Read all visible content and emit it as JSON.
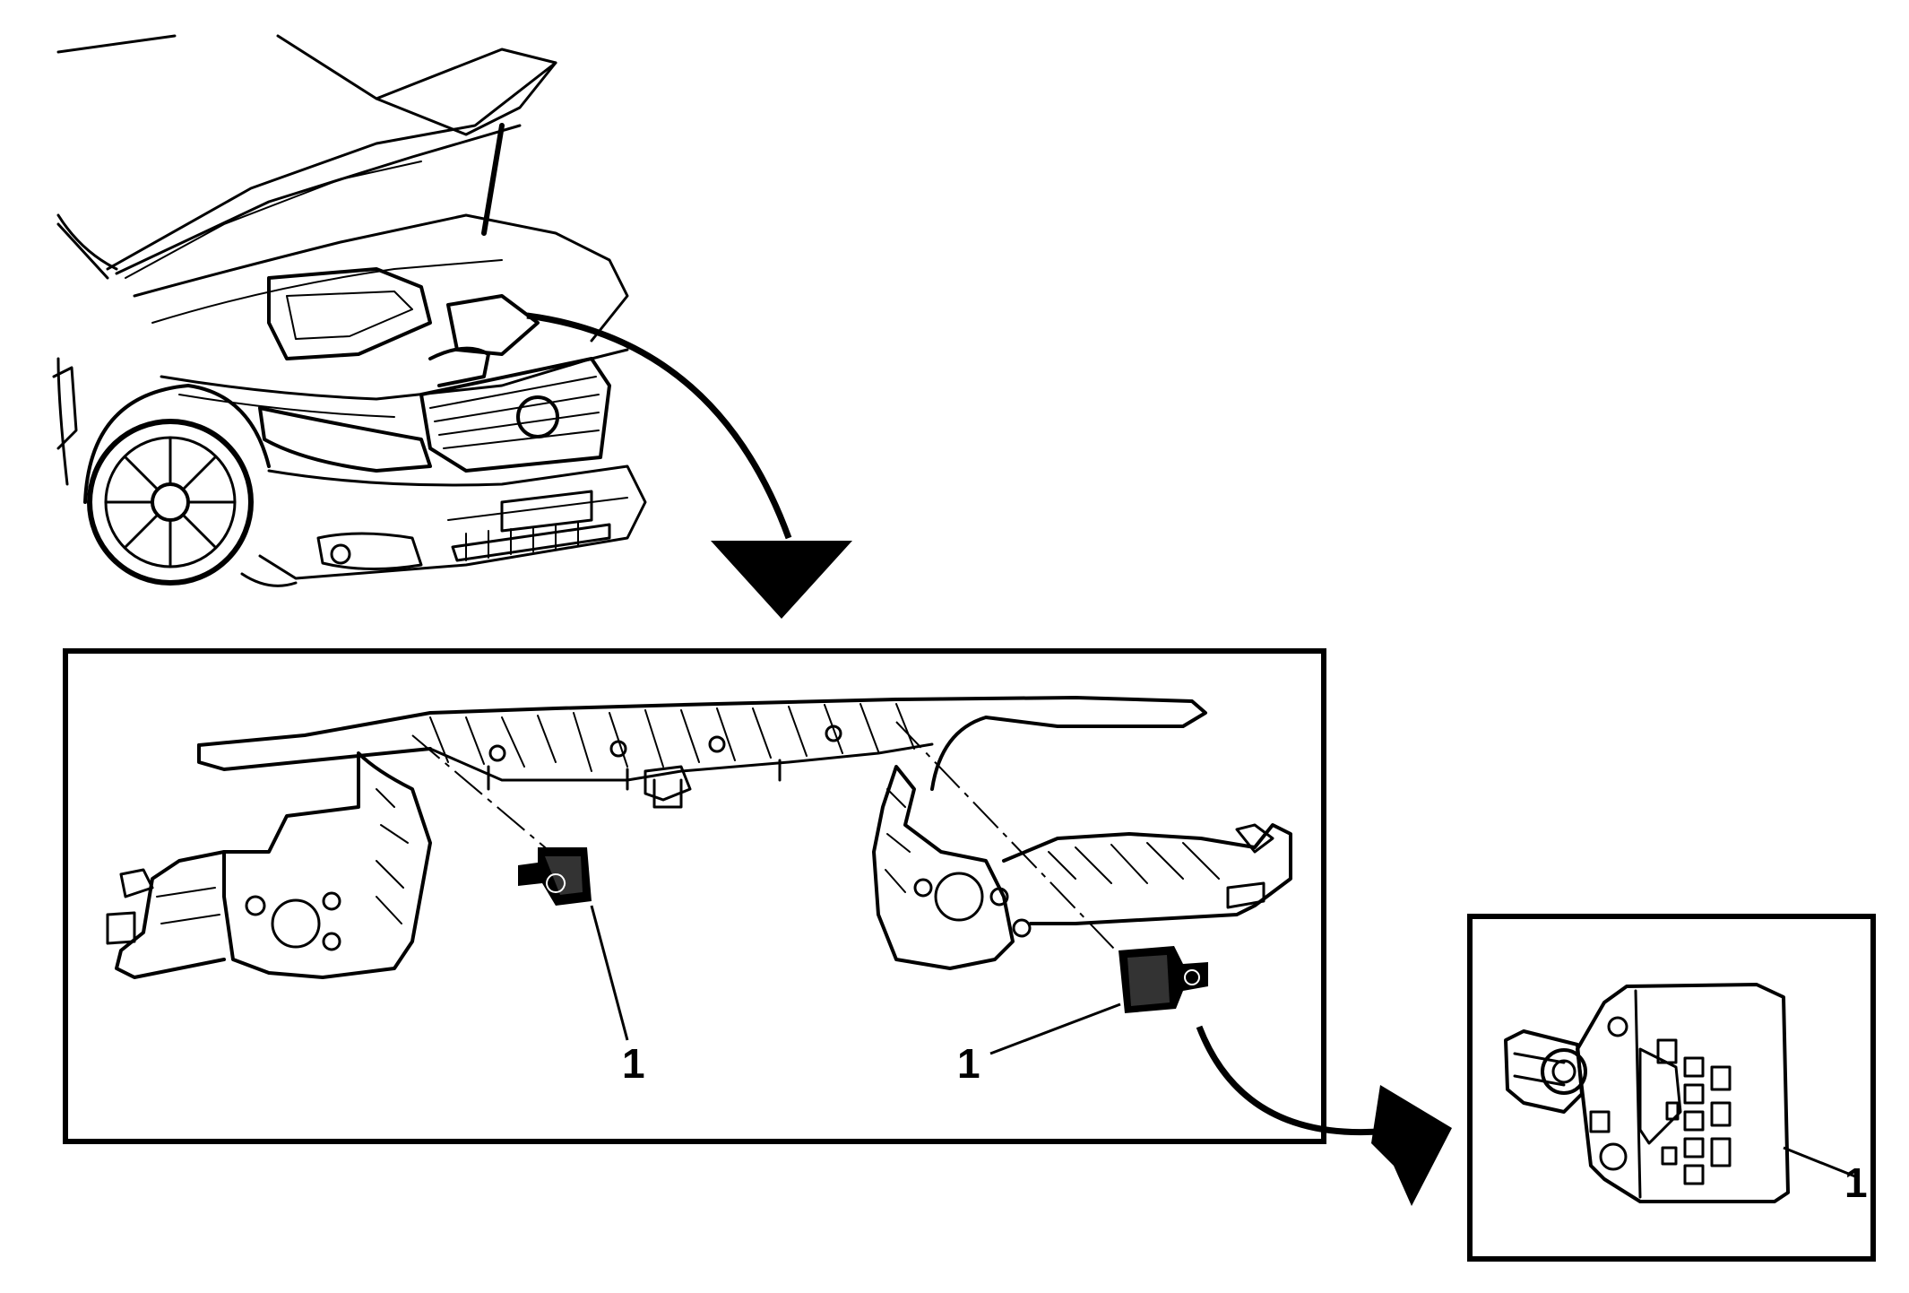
{
  "figure": {
    "callouts": [
      {
        "id": "left-sensor-callout",
        "label": "1"
      },
      {
        "id": "right-sensor-callout",
        "label": "1"
      },
      {
        "id": "detail-sensor-callout",
        "label": "1"
      }
    ]
  }
}
